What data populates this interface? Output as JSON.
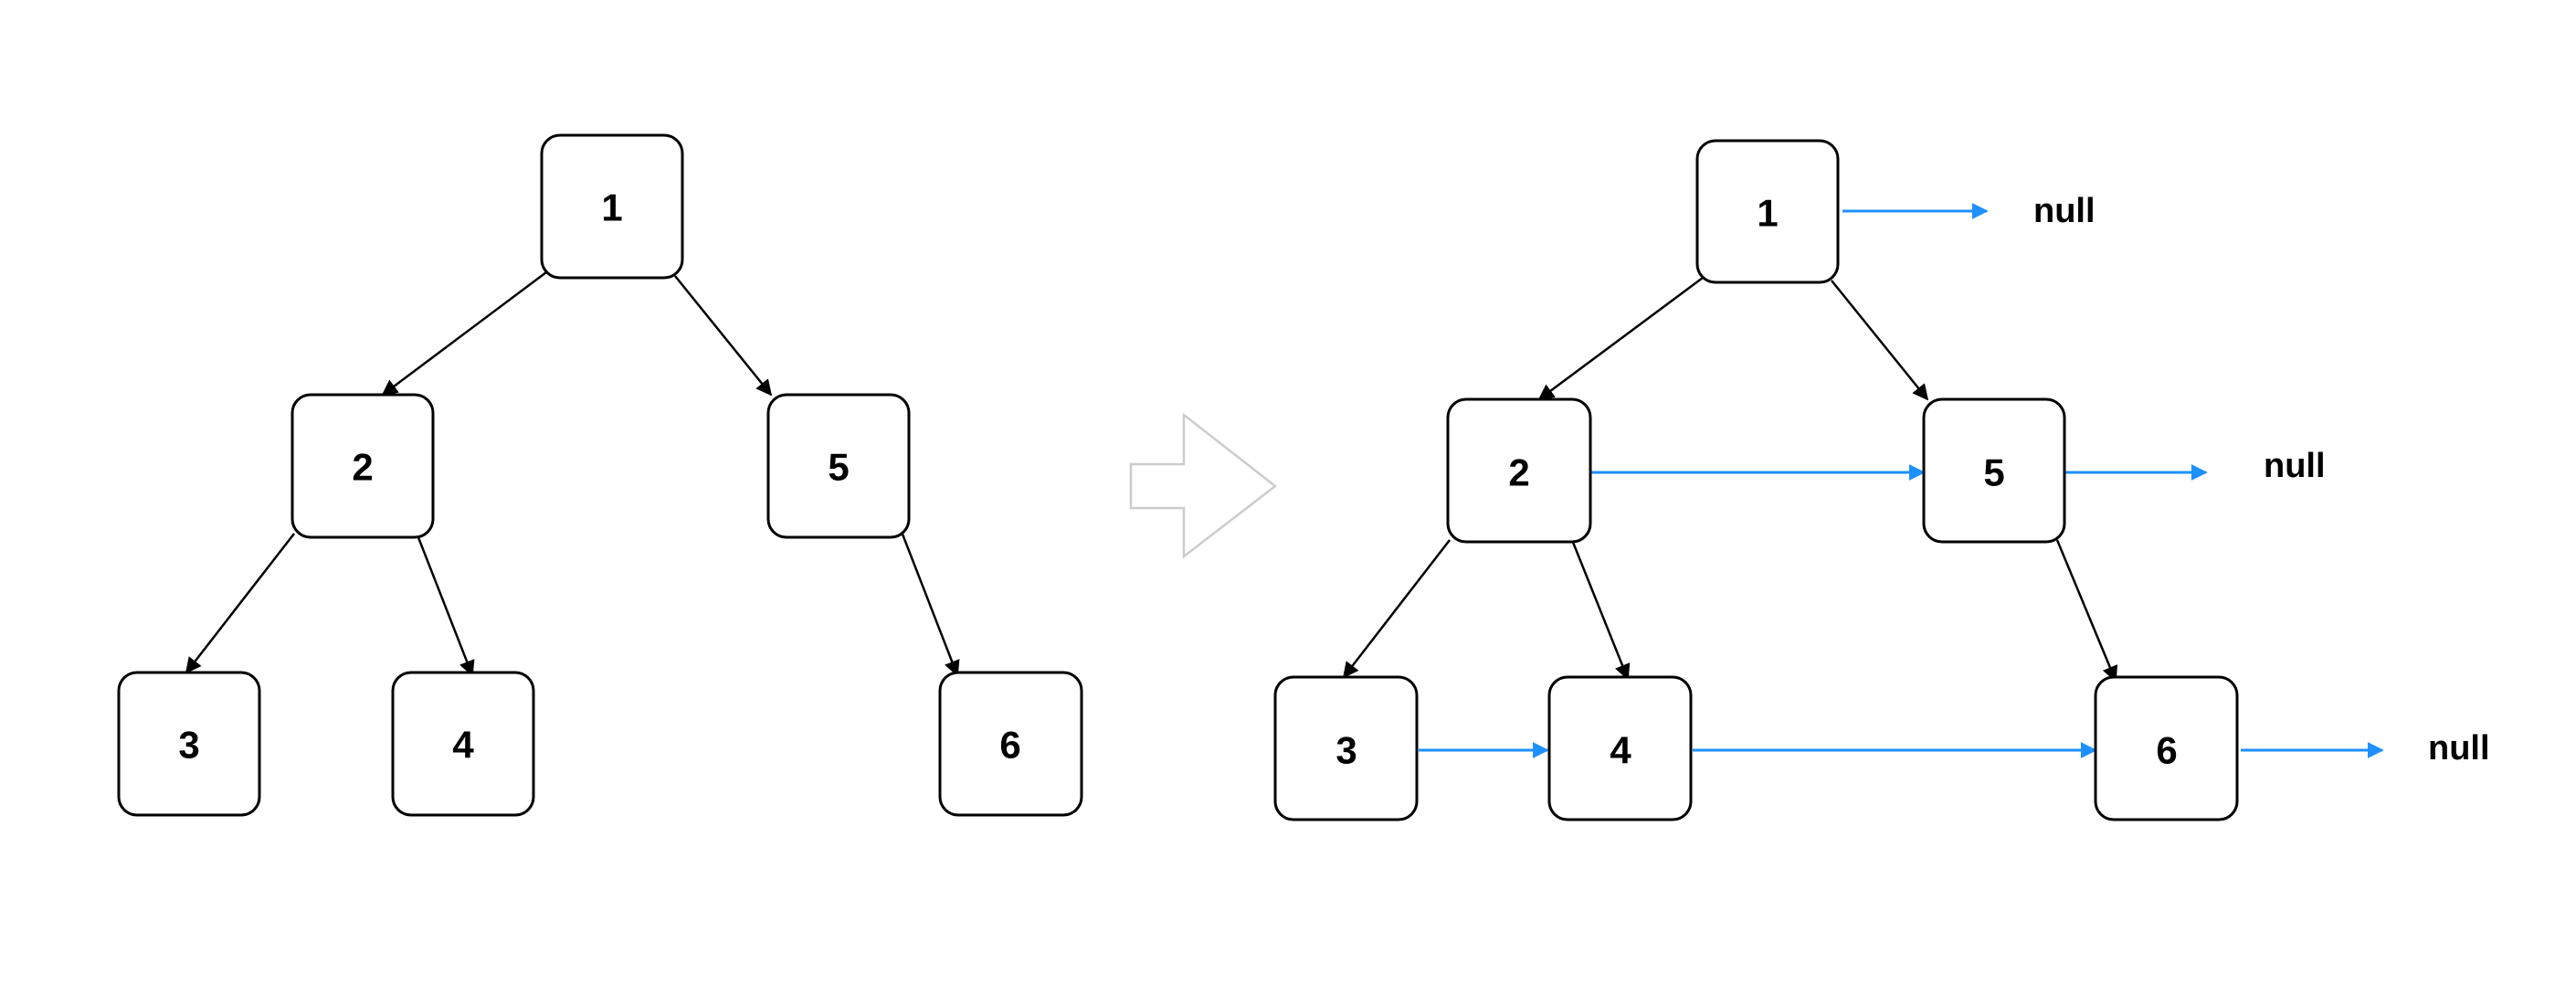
{
  "before_tree": {
    "nodes": [
      "1",
      "2",
      "5",
      "3",
      "4",
      "6"
    ]
  },
  "transform_arrow": "right-arrow-icon",
  "after_tree": {
    "nodes": [
      "1",
      "2",
      "5",
      "3",
      "4",
      "6"
    ],
    "null_labels": [
      "null",
      "null",
      "null"
    ]
  },
  "colors": {
    "edge": "#000000",
    "next_pointer": "#1e90ff",
    "transform_arrow": "#cccccc"
  }
}
